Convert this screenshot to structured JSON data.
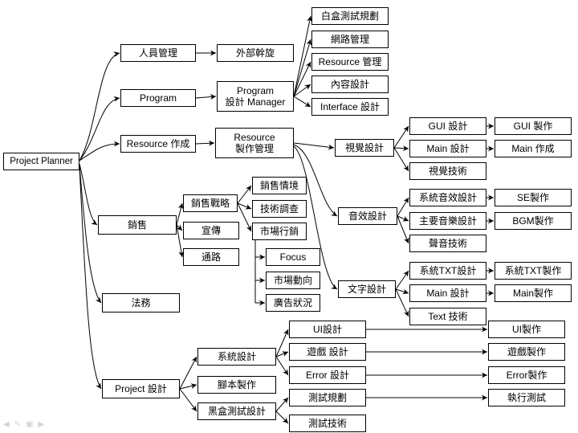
{
  "root": "Project Planner",
  "personnel": {
    "label": "人員管理",
    "child": "外部幹旋"
  },
  "program": {
    "label": "Program",
    "manager": [
      "Program",
      "設計 Manager"
    ],
    "tasks": [
      "白盒測試規劃",
      "網路管理",
      "Resource 管理",
      "內容設計",
      "Interface 設計"
    ]
  },
  "resource": {
    "label": "Resource 作成",
    "manager": [
      "Resource",
      "製作管理"
    ],
    "visual": {
      "label": "視覺設計",
      "items": [
        {
          "design": "GUI 設計",
          "output": "GUI 製作"
        },
        {
          "design": "Main 設計",
          "output": "Main 作成"
        },
        {
          "design": "視覺技術"
        }
      ]
    },
    "audio": {
      "label": "音效設計",
      "items": [
        {
          "design": "系統音效設計",
          "output": "SE製作"
        },
        {
          "design": "主要音樂設計",
          "output": "BGM製作"
        },
        {
          "design": "聲音技術"
        }
      ]
    },
    "text": {
      "label": "文字設計",
      "items": [
        {
          "design": "系統TXT設計",
          "output": "系統TXT製作"
        },
        {
          "design": "Main 設計",
          "output": "Main製作"
        },
        {
          "design": "Text 技術"
        }
      ]
    }
  },
  "sales": {
    "label": "銷售",
    "strategy": {
      "label": "銷售戰略",
      "items": [
        "銷售情境",
        "技術調查",
        "市場行銷"
      ]
    },
    "marketing_items": [
      "Focus",
      "市場動向",
      "廣告狀況"
    ],
    "promotion": "宣傳",
    "channel": "通路"
  },
  "legal": "法務",
  "design": {
    "label": "Project 設計",
    "system": {
      "label": "系統設計",
      "items": [
        {
          "design": "UI設計",
          "output": "UI製作"
        },
        {
          "design": "遊戲 設計",
          "output": "遊戲製作"
        },
        {
          "design": "Error 設計",
          "output": "Error製作"
        }
      ]
    },
    "script": "腳本製作",
    "blackbox": {
      "label": "黑盒測試設計",
      "items": [
        {
          "design": "測試規劃",
          "output": "執行測試"
        },
        {
          "design": "測試技術"
        }
      ]
    }
  },
  "slideshow_controls": {
    "icons": [
      "previous-slide-icon",
      "pen-icon",
      "menu-icon",
      "next-slide-icon"
    ]
  }
}
